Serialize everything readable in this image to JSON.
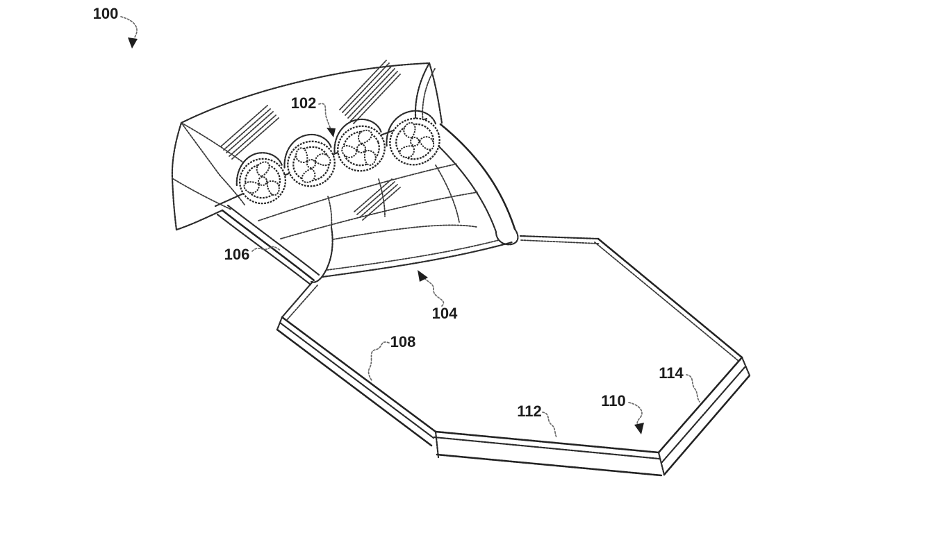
{
  "figure": {
    "type": "patent-line-drawing",
    "background": "#ffffff",
    "ink": "#2a2a2a",
    "labels": [
      {
        "name": "overall-apparatus",
        "text": "100"
      },
      {
        "name": "fan-row",
        "text": "102"
      },
      {
        "name": "deck-lower-edge",
        "text": "104"
      },
      {
        "name": "left-rail",
        "text": "106"
      },
      {
        "name": "board-left-edge",
        "text": "108"
      },
      {
        "name": "board-top-surface",
        "text": "110"
      },
      {
        "name": "board-front-edge",
        "text": "112"
      },
      {
        "name": "board-right-edge",
        "text": "114"
      }
    ]
  }
}
